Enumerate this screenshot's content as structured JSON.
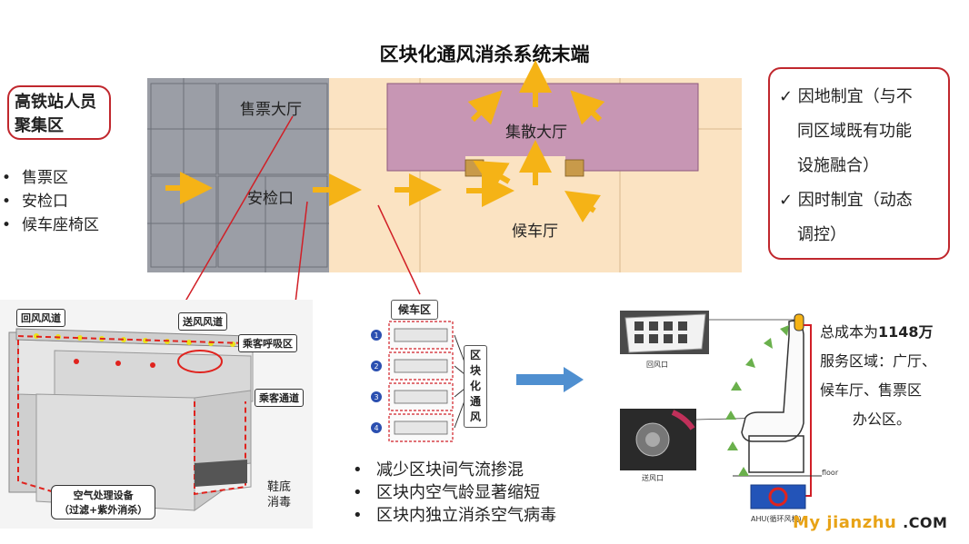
{
  "title": "区块化通风消杀系统末端",
  "left_box": {
    "line1": "高铁站人员",
    "line2": "聚集区"
  },
  "left_bullets": [
    "售票区",
    "安检口",
    "候车座椅区"
  ],
  "right_box": {
    "lines": [
      "✓ 因地制宜（与不",
      "同区域既有功能",
      "设施融合）",
      "✓ 因时制宜（动态",
      "调控）"
    ]
  },
  "floorplan": {
    "ticket_hall": "售票大厅",
    "security": "安检口",
    "concourse": "集散大厅",
    "waiting_hall": "候车厅"
  },
  "duct_diagram": {
    "return_duct": "回风风道",
    "supply_duct": "送风风道",
    "breathing_zone": "乘客呼吸区",
    "passage": "乘客通道",
    "equipment_line1": "空气处理设备",
    "equipment_line2": "（过滤+紫外消杀）",
    "shoe_line1": "鞋底",
    "shoe_line2": "消毒"
  },
  "block_diagram": {
    "waiting_label": "候车区",
    "block_label_chars": [
      "区",
      "块",
      "化",
      "通",
      "风"
    ],
    "numbers": [
      "1",
      "2",
      "3",
      "4"
    ]
  },
  "bottom_bullets": [
    "减少区块间气流掺混",
    "区块内空气龄显著缩短",
    "区块内独立消杀空气病毒"
  ],
  "seat_diagram": {
    "return_vent_label": "回风口",
    "supply_vent_label": "送风口",
    "floor_label": "floor",
    "ahu_label": "AHU(循环风机)"
  },
  "cost_text": {
    "prefix": "总成本为",
    "amount": "1148万",
    "service_line1": "服务区域：广厅、",
    "service_line2": "候车厅、售票区",
    "service_line3": "办公区。"
  },
  "watermark": {
    "main": "My jianzhu",
    "suffix": ".COM"
  },
  "colors": {
    "accent_red": "#c0272d",
    "arrow_yellow": "#f5b316",
    "plan_orange": "#fbe3c2",
    "plan_grey": "#9b9ea6",
    "plan_purple": "#c796b4",
    "arrow_blue": "#4f8fd0",
    "arrow_green": "#6ab04c"
  }
}
